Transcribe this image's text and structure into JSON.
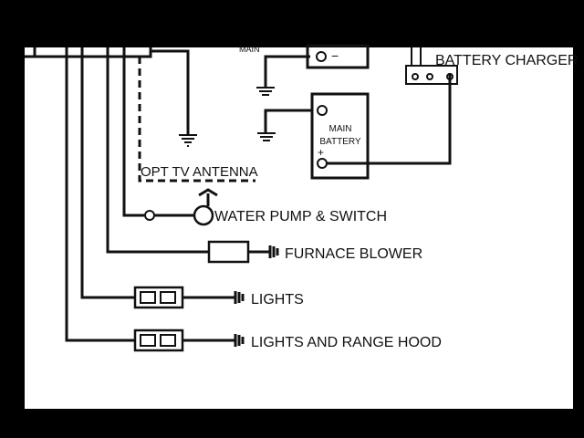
{
  "diagram": {
    "labels": {
      "main_top": "MAIN",
      "battery_charger": "BATTERY CHARGER",
      "main_battery_line1": "MAIN",
      "main_battery_line2": "BATTERY",
      "opt_tv_antenna": "OPT TV ANTENNA",
      "water_pump": "WATER PUMP & SWITCH",
      "furnace_blower": "FURNACE BLOWER",
      "lights": "LIGHTS",
      "lights_range_hood": "LIGHTS AND RANGE HOOD",
      "minus": "−",
      "plus": "+"
    },
    "colors": {
      "background": "#000000",
      "sheet": "#ffffff",
      "ink": "#111111"
    }
  }
}
